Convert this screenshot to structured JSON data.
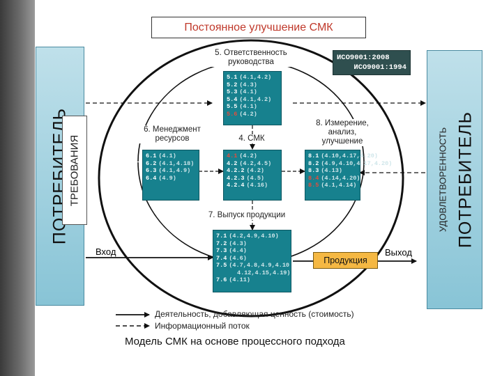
{
  "title": "Постоянное улучшение СМК",
  "iso": {
    "line1": "ИСО9001:2008",
    "line2": "ИСО9001:1994"
  },
  "left_customer": "ПОТРЕБИТЕЛЬ",
  "requirements": "ТРЕБОВАНИЯ",
  "right_customer": "ПОТРЕБИТЕЛЬ",
  "satisfaction": "УДОВЛЕТВОРЕННОСТЬ",
  "processes": {
    "p5": {
      "label": "5. Ответственность руководства",
      "rows": [
        {
          "code": "5.1",
          "ref": "(4.1,4.2)"
        },
        {
          "code": "5.2",
          "ref": "(4.3)"
        },
        {
          "code": "5.3",
          "ref": "(4.1)"
        },
        {
          "code": "5.4",
          "ref": "(4.1,4.2)"
        },
        {
          "code": "5.5",
          "ref": "(4.1)"
        },
        {
          "code": "5.6",
          "ref": "(4.2)"
        }
      ]
    },
    "p6": {
      "label": "6. Менеджмент ресурсов",
      "rows": [
        {
          "code": "6.1",
          "ref": "(4.1)"
        },
        {
          "code": "6.2",
          "ref": "(4.1,4.18)"
        },
        {
          "code": "6.3",
          "ref": "(4.1,4.9)"
        },
        {
          "code": "6.4",
          "ref": "(4.9)"
        }
      ]
    },
    "p4": {
      "label": "4. СМК",
      "rows": [
        {
          "code": "4.1",
          "ref": "(4.2)"
        },
        {
          "code": "4.2",
          "ref": "(4.2,4.5)"
        },
        {
          "code": "4.2.2",
          "ref": "(4.2)"
        },
        {
          "code": "4.2.3",
          "ref": "(4.5)"
        },
        {
          "code": "4.2.4",
          "ref": "(4.16)"
        }
      ]
    },
    "p8": {
      "label": "8. Измерение, анализ, улучшение",
      "rows": [
        {
          "code": "8.1",
          "ref": "(4.10,4.17,4.20)"
        },
        {
          "code": "8.2",
          "ref": "(4.9,4.10,4.17,4.20)"
        },
        {
          "code": "8.3",
          "ref": "(4.13)"
        },
        {
          "code": "8.4",
          "ref": "(4.14,4.20)"
        },
        {
          "code": "8.5",
          "ref": "(4.1,4.14)"
        }
      ]
    },
    "p7": {
      "label": "7. Выпуск продукции",
      "rows": [
        {
          "code": "7.1",
          "ref": "(4.2,4.9,4.10)"
        },
        {
          "code": "7.2",
          "ref": "(4.3)"
        },
        {
          "code": "7.3",
          "ref": "(4.4)"
        },
        {
          "code": "7.4",
          "ref": "(4.6)"
        },
        {
          "code": "7.5",
          "ref": "(4.7,4.8,4.9,4.10"
        },
        {
          "code": "",
          "ref": "4.12,4.15,4.19)"
        },
        {
          "code": "7.6",
          "ref": "(4.11)"
        }
      ]
    }
  },
  "input_label": "Вход",
  "output_label": "Выход",
  "product_label": "Продукция",
  "legend": {
    "solid": "Деятельность, добавляющая ценность (стоимость)",
    "dashed": "Информационный поток"
  },
  "caption": "Модель СМК на основе процессного подхода",
  "colors": {
    "process_box": "#17818e",
    "customer_box": "#a8d4e0",
    "product_box": "#f5b843",
    "title_text": "#c0392b"
  }
}
